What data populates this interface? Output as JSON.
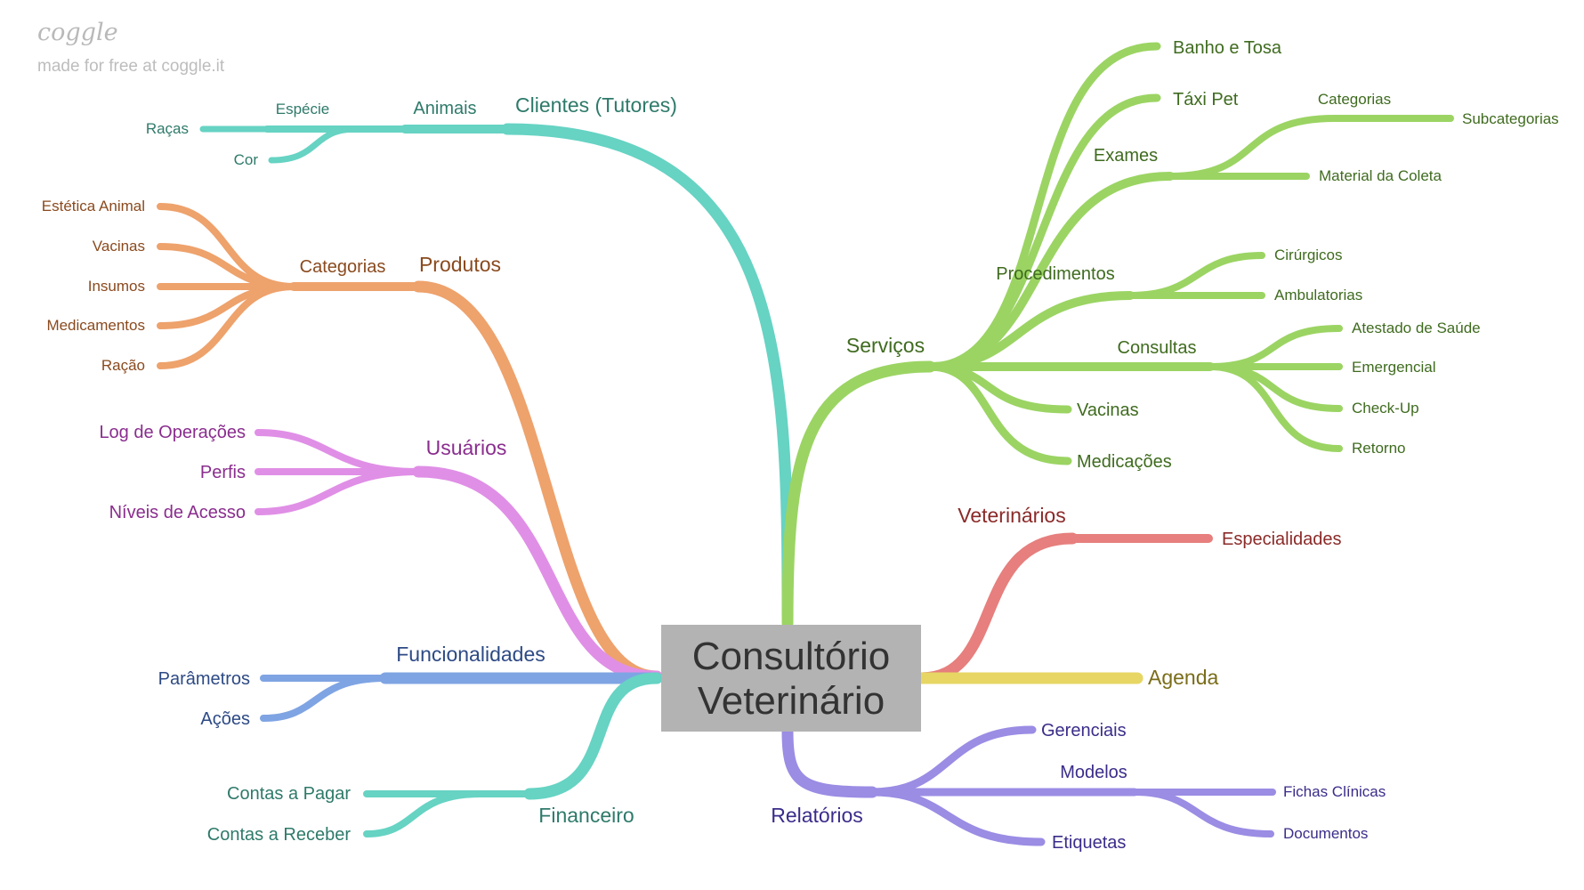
{
  "watermark": {
    "logo": "coggle",
    "tagline": "made for free at coggle.it"
  },
  "colors": {
    "clientes": "#66d3c3",
    "produtos": "#eea26c",
    "usuarios": "#e08fe6",
    "funcionalidades": "#7fa4e3",
    "financeiro": "#66d3c3",
    "servicos": "#9bd463",
    "veterinarios": "#e67f7d",
    "agenda": "#e7d663",
    "relatorios": "#9b8ce4",
    "center_box": "#b3b3b3",
    "center_text": "#333333"
  },
  "center": {
    "line1": "Consultório",
    "line2": "Veterinário"
  },
  "clientes": {
    "title": "Clientes (Tutores)",
    "animais": "Animais",
    "especie": "Espécie",
    "racas": "Raças",
    "cor": "Cor"
  },
  "produtos": {
    "title": "Produtos",
    "categorias": "Categorias",
    "items": [
      "Estética Animal",
      "Vacinas",
      "Insumos",
      "Medicamentos",
      "Ração"
    ]
  },
  "usuarios": {
    "title": "Usuários",
    "items": [
      "Log de Operações",
      "Perfis",
      "Níveis de Acesso"
    ]
  },
  "funcionalidades": {
    "title": "Funcionalidades",
    "items": [
      "Parâmetros",
      "Ações"
    ]
  },
  "financeiro": {
    "title": "Financeiro",
    "items": [
      "Contas a Pagar",
      "Contas a Receber"
    ]
  },
  "servicos": {
    "title": "Serviços",
    "banho": "Banho e Tosa",
    "taxi": "Táxi Pet",
    "exames": "Exames",
    "exames_categorias": "Categorias",
    "exames_subcategorias": "Subcategorias",
    "exames_material": "Material da Coleta",
    "procedimentos": "Procedimentos",
    "proc_cirurgicos": "Cirúrgicos",
    "proc_ambulatorias": "Ambulatorias",
    "consultas": "Consultas",
    "consultas_items": [
      "Atestado de Saúde",
      "Emergencial",
      "Check-Up",
      "Retorno"
    ],
    "vacinas": "Vacinas",
    "medicacoes": "Medicações"
  },
  "veterinarios": {
    "title": "Veterinários",
    "especialidades": "Especialidades"
  },
  "agenda": {
    "title": "Agenda"
  },
  "relatorios": {
    "title": "Relatórios",
    "gerenciais": "Gerenciais",
    "modelos": "Modelos",
    "fichas": "Fichas Clínicas",
    "documentos": "Documentos",
    "etiquetas": "Etiquetas"
  }
}
